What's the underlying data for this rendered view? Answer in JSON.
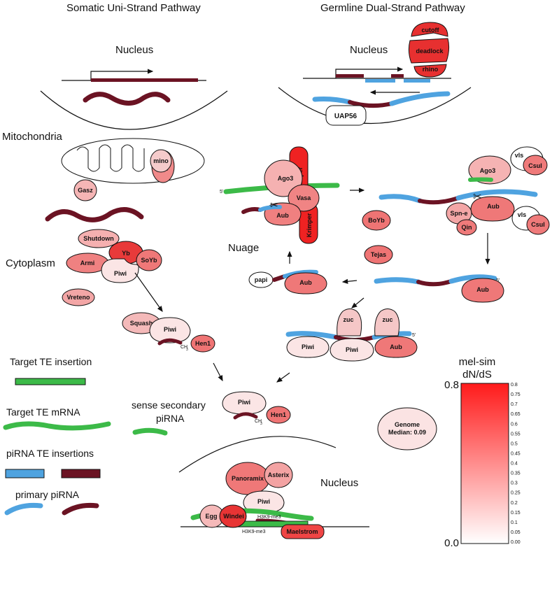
{
  "headers": {
    "somatic": "Somatic Uni-Strand Pathway",
    "germline": "Germline Dual-Strand Pathway"
  },
  "compartments": {
    "nucleus_somatic": "Nucleus",
    "nucleus_germline": "Nucleus",
    "nucleus_bottom": "Nucleus",
    "mitochondria": "Mitochondria",
    "cytoplasm": "Cytoplasm",
    "nuage": "Nuage"
  },
  "proteins": {
    "cutoff": "cutoff",
    "deadlock": "deadlock",
    "rhino": "rhino",
    "uap56": "UAP56",
    "mino": "mino",
    "zuc": "zuc",
    "gasz": "Gasz",
    "shutdown": "Shutdown",
    "yb": "Yb",
    "armi": "Armi",
    "soyb": "SoYb",
    "piwi": "Piwi",
    "vreteno": "Vreteno",
    "squash": "Squash",
    "hen1": "Hen1",
    "ago3": "Ago3",
    "vasa": "Vasa",
    "krimper": "Krimper",
    "aub": "Aub",
    "boyb": "BoYb",
    "tejas": "Tejas",
    "papi": "papi",
    "vls": "vls",
    "csul": "Csul",
    "spne": "Spn-e",
    "qin": "Qin",
    "panoramix": "Panoramix",
    "asterix": "Asterix",
    "egg": "Egg",
    "windei": "Windei",
    "maelstrom": "Maelstrom"
  },
  "annotations": {
    "five_prime": "5'",
    "ch3": "CH",
    "ch3_sub": "3",
    "h3k9": "H3K9-me3"
  },
  "legend": {
    "target_insertion": "Target TE insertion",
    "target_mrna": "Target TE mRNA",
    "sense_secondary_1": "sense secondary",
    "sense_secondary_2": "piRNA",
    "pirna_insertions": "piRNA TE insertions",
    "primary_pirna": "primary piRNA"
  },
  "genome_median": {
    "line1": "Genome",
    "line2": "Median: 0.09"
  },
  "colorbar": {
    "title1": "mel-sim",
    "title2": "dN/dS",
    "max_label": "0.8",
    "min_label": "0.0",
    "ticks": [
      "0.8",
      "0.75",
      "0.7",
      "0.65",
      "0.6",
      "0.55",
      "0.5",
      "0.45",
      "0.4",
      "0.35",
      "0.3",
      "0.25",
      "0.2",
      "0.15",
      "0.1",
      "0.05",
      "0.00"
    ]
  },
  "colors": {
    "green": "#3cba48",
    "blue": "#4fa3e0",
    "maroon": "#6b1323",
    "high": "#ee2a2a",
    "mid": "#ef8080",
    "low": "#f7cccc"
  }
}
